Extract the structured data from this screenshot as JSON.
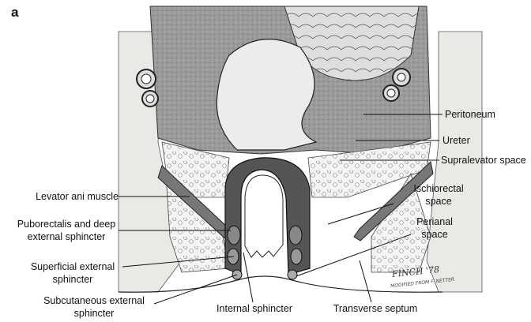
{
  "figure": {
    "panel_letter": "a",
    "signature": "FINCH '78",
    "credit": "MODIFIED FROM F. NETTER"
  },
  "labels": [
    {
      "id": "peritoneum",
      "text": "Peritoneum"
    },
    {
      "id": "ureter",
      "text": "Ureter"
    },
    {
      "id": "supralevator",
      "text": "Supralevator space"
    },
    {
      "id": "ischiorectal-1",
      "text": "Ischiorectal"
    },
    {
      "id": "ischiorectal-2",
      "text": "space"
    },
    {
      "id": "perianal-1",
      "text": "Perianal"
    },
    {
      "id": "perianal-2",
      "text": "space"
    },
    {
      "id": "levator",
      "text": "Levator ani muscle"
    },
    {
      "id": "puborectalis-1",
      "text": "Puborectalis and deep"
    },
    {
      "id": "puborectalis-2",
      "text": "external sphincter"
    },
    {
      "id": "superficial-1",
      "text": "Superficial external"
    },
    {
      "id": "superficial-2",
      "text": "sphincter"
    },
    {
      "id": "subcutaneous-1",
      "text": "Subcutaneous external"
    },
    {
      "id": "subcutaneous-2",
      "text": "sphincter"
    },
    {
      "id": "internal",
      "text": "Internal sphincter"
    },
    {
      "id": "transverse",
      "text": "Transverse septum"
    }
  ]
}
